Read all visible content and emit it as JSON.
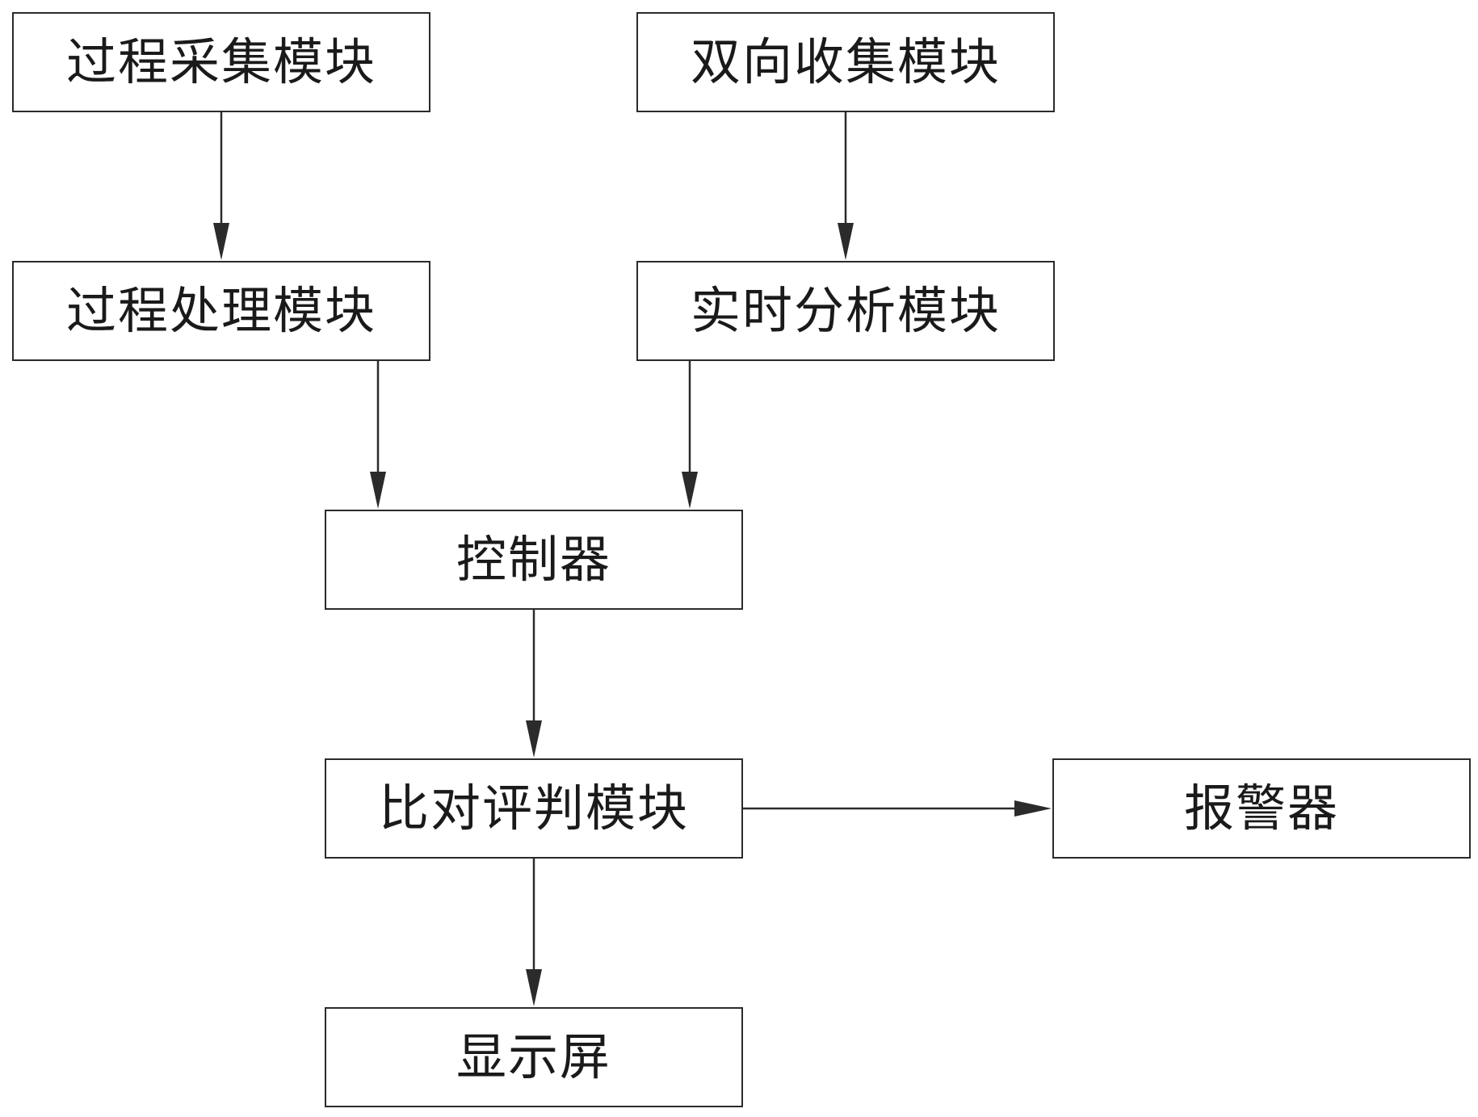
{
  "diagram": {
    "nodes": {
      "process_collection": "过程采集模块",
      "bidirectional_collection": "双向收集模块",
      "process_handling": "过程处理模块",
      "realtime_analysis": "实时分析模块",
      "controller": "控制器",
      "comparison_judgment": "比对评判模块",
      "alarm": "报警器",
      "display": "显示屏"
    },
    "edges": [
      {
        "from": "process_collection",
        "to": "process_handling"
      },
      {
        "from": "bidirectional_collection",
        "to": "realtime_analysis"
      },
      {
        "from": "process_handling",
        "to": "controller"
      },
      {
        "from": "realtime_analysis",
        "to": "controller"
      },
      {
        "from": "controller",
        "to": "comparison_judgment"
      },
      {
        "from": "comparison_judgment",
        "to": "alarm"
      },
      {
        "from": "comparison_judgment",
        "to": "display"
      }
    ],
    "colors": {
      "line": "#2b2b2b",
      "text": "#1a1a1a",
      "background": "#ffffff"
    }
  }
}
